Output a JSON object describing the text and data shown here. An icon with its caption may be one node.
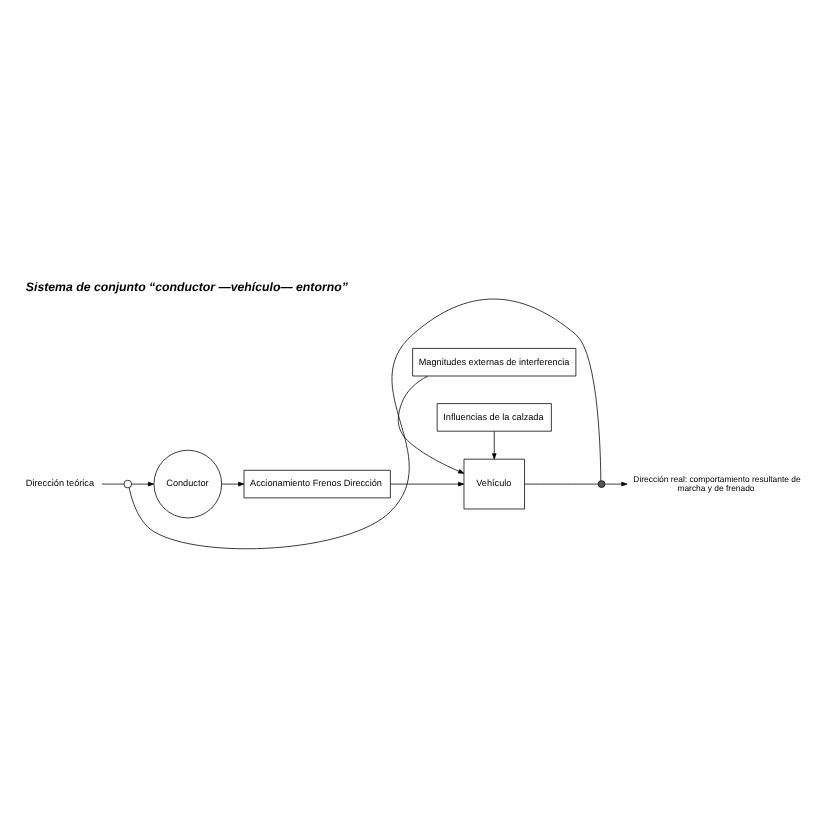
{
  "diagram": {
    "title": "Sistema de conjunto “conductor —vehículo— entorno”",
    "nodes": [
      {
        "text": [
          "Dirección teórica"
        ]
      },
      {
        "text": [],
        "shape": "circle"
      },
      {
        "text": [
          "Conductor"
        ]
      },
      {
        "text": [
          "Accionamiento Frenos Dirección"
        ]
      },
      {
        "text": [
          "Magnitudes externas de interferencia"
        ]
      },
      {
        "text": [
          "Vehículo"
        ]
      },
      {
        "text": [],
        "shape": "dot"
      },
      {
        "text": [
          "Dirección real: comportamiento resultante de marcha y de frenado"
        ]
      },
      {
        "text": [
          "Influencias de la calzada"
        ]
      }
    ],
    "edges": [
      {
        "from": 0,
        "to": 1,
        "arrow": "none"
      },
      {
        "from": 1,
        "to": 2,
        "arrow": "to"
      },
      {
        "from": 2,
        "to": 3,
        "arrow": "to"
      },
      {
        "from": 3,
        "to": 5,
        "arrow": "to"
      },
      {
        "from": 4,
        "to": 5,
        "arrow": "to"
      },
      {
        "from": 8,
        "to": 5,
        "arrow": "to"
      },
      {
        "from": 5,
        "to": 6,
        "arrow": "none"
      },
      {
        "from": 6,
        "to": 7,
        "arrow": "to"
      },
      {
        "from": 6,
        "to": 1,
        "arrow": "none"
      }
    ]
  }
}
